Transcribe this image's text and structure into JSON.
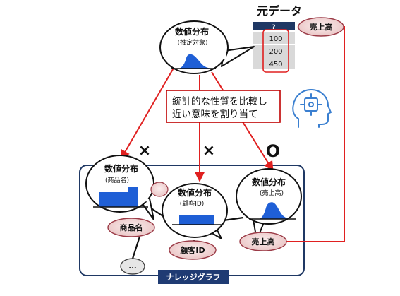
{
  "original_data": {
    "title": "元データ",
    "header": "?",
    "values": [
      "100",
      "200",
      "450"
    ]
  },
  "estimation_target": {
    "title": "数値分布",
    "subtitle": "(推定対象)"
  },
  "comparison_note": {
    "line1": "統計的な性質を比較し",
    "line2": "近い意味を割り当て"
  },
  "sales_tag_top": "売上高",
  "marks": {
    "left": "×",
    "middle": "×",
    "right": "O"
  },
  "knowledge_graph": {
    "label": "ナレッジグラフ",
    "nodes": {
      "product": {
        "title": "数値分布",
        "subtitle": "(商品名)",
        "tag": "商品名"
      },
      "customer": {
        "title": "数値分布",
        "subtitle": "(顧客ID)",
        "tag": "顧客ID"
      },
      "sales": {
        "title": "数値分布",
        "subtitle": "(売上高)",
        "tag": "売上高"
      }
    },
    "more_node": "..."
  },
  "colors": {
    "arrow": "#e02020",
    "tag_fill": "#f0d2d2",
    "tag_stroke": "#9b3b47",
    "frame": "#1f3864",
    "shape_fill": "#1f5fd6",
    "label_bar": "#1f3b73",
    "table_header": "#1f3864",
    "table_cell": "#d9d9d9",
    "ai_icon": "#3a7fd0"
  }
}
